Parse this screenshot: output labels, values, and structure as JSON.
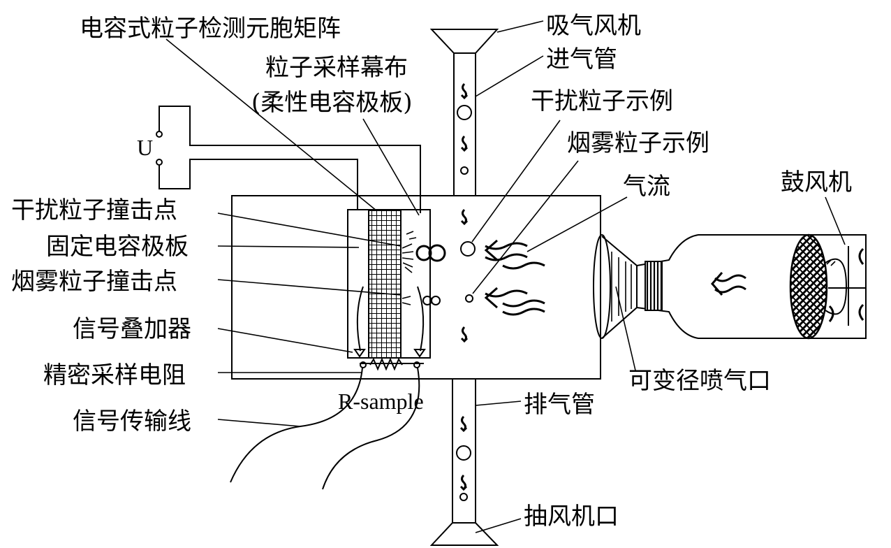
{
  "labels": {
    "cap_matrix": "电容式粒子检测元胞矩阵",
    "curtain_line1": "粒子采样幕布",
    "curtain_line2": "(柔性电容极板)",
    "suction_fan": "吸气风机",
    "intake_pipe": "进气管",
    "interfere_example": "干扰粒子示例",
    "smoke_example": "烟雾粒子示例",
    "airflow": "气流",
    "blower": "鼓风机",
    "interfere_hit": "干扰粒子撞击点",
    "fixed_plate": "固定电容极板",
    "smoke_hit": "烟雾粒子撞击点",
    "signal_adder": "信号叠加器",
    "precision_resistor": "精密采样电阻",
    "r_sample": "R-sample",
    "exhaust_pipe": "排气管",
    "nozzle": "可变径喷气口",
    "signal_line": "信号传输线",
    "extract_fan": "抽风机口",
    "voltage": "U"
  }
}
